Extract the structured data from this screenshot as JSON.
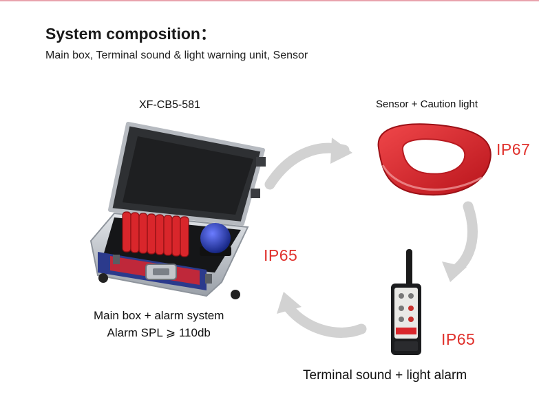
{
  "header": {
    "title": "System composition：",
    "subtitle": "Main box, Terminal sound & light warning unit, Sensor"
  },
  "main_box": {
    "model": "XF-CB5-581",
    "caption_line1": "Main box + alarm system",
    "caption_line2": "Alarm SPL ⩾ 110db",
    "rating": "IP65"
  },
  "sensor": {
    "caption": "Sensor + Caution light",
    "rating": "IP67"
  },
  "terminal": {
    "caption": "Terminal sound + light alarm",
    "rating": "IP65"
  },
  "colors": {
    "rating_red": "#e0312c",
    "sensor_red": "#d9262b",
    "arrow_gray": "#d2d2d2",
    "case_silver": "#c8cbd0"
  },
  "icons": [
    "flow-arrow-icon",
    "beacon-light-icon",
    "antenna-icon"
  ]
}
